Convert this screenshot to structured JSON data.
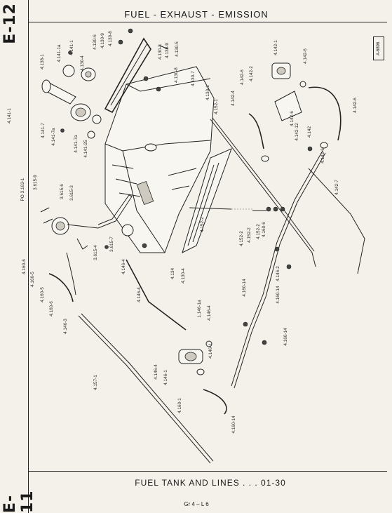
{
  "header": {
    "section_code_top": "E-12",
    "title": "FUEL - EXHAUST - EMISSION",
    "ref_code": "A-6896"
  },
  "footer": {
    "section_code_bottom": "E-11",
    "caption": "FUEL TANK AND LINES . . . 01-30",
    "page_ref": "Gr 4 – L 6"
  },
  "labels": [
    "4.138-1",
    "4.141-1a",
    "4.141-1",
    "4.130-4",
    "4.130-6",
    "4.130-9",
    "4.130-8",
    "4.130-8",
    "4.130-9",
    "4.130-5",
    "4.130-8",
    "4.130-7",
    "4.130-1",
    "4.152-1",
    "4.142-4",
    "4.142-6",
    "4.142-2",
    "4.142-1",
    "4.142-6",
    "4.142-6",
    "4.142-12",
    "4.142",
    "4.142-6",
    "4.142-6",
    "4.142-7",
    "4.141-1",
    "4.141-7",
    "4.141-7a",
    "4.141-7a",
    "4.141-25",
    "PO 3.163-1",
    "3.615-9",
    "3.615-6",
    "3.615-3",
    "3.615-4",
    "3.615-7",
    "4.146-4",
    "4.134",
    "4.130-4",
    "4.152-2",
    "4.152-2",
    "4.152-2",
    "4.152-2",
    "4.160-6",
    "4.160-6",
    "4.160-5",
    "4.160-5",
    "4.160-6",
    "4.146-3",
    "4.146-4",
    "1.146-1a",
    "4.146-4",
    "4.146-1",
    "4.146-4",
    "4.146-1",
    "4.160-1",
    "4.157-1",
    "4.160-14",
    "4.146-2",
    "4.160-14",
    "4.160-14",
    "4.160-14"
  ]
}
